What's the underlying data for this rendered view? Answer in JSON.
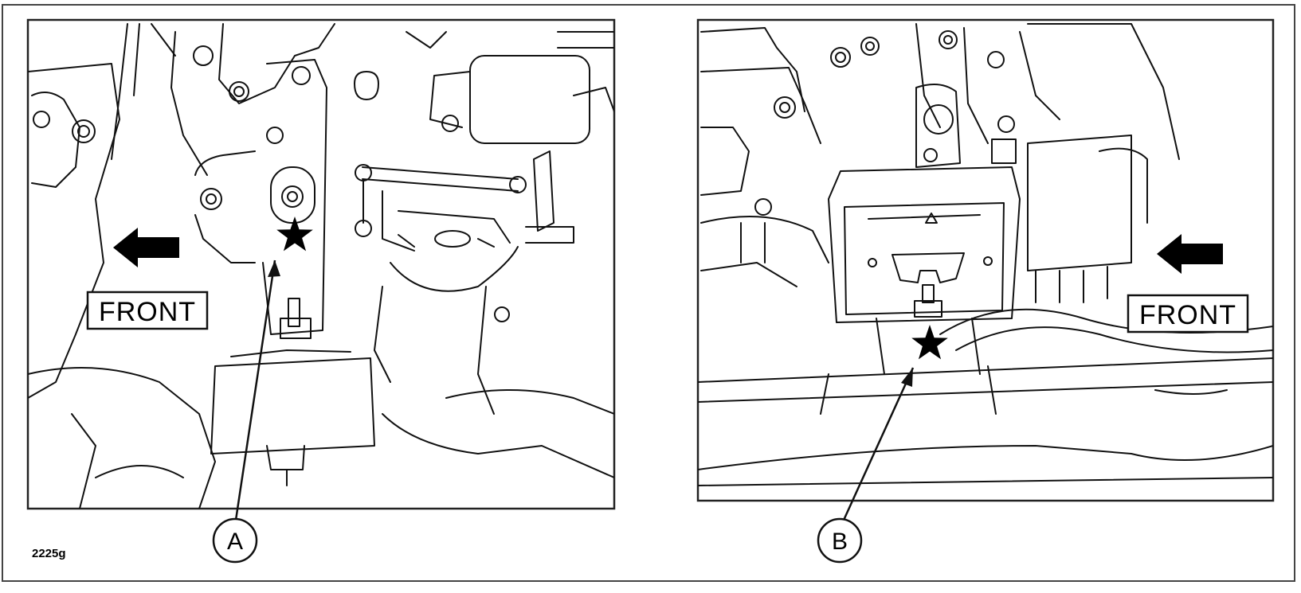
{
  "figure_code": "2225g",
  "panels": [
    {
      "id": "A",
      "callout": "A",
      "direction_label": "FRONT",
      "arrow": "left"
    },
    {
      "id": "B",
      "callout": "B",
      "direction_label": "FRONT",
      "arrow": "left"
    }
  ]
}
